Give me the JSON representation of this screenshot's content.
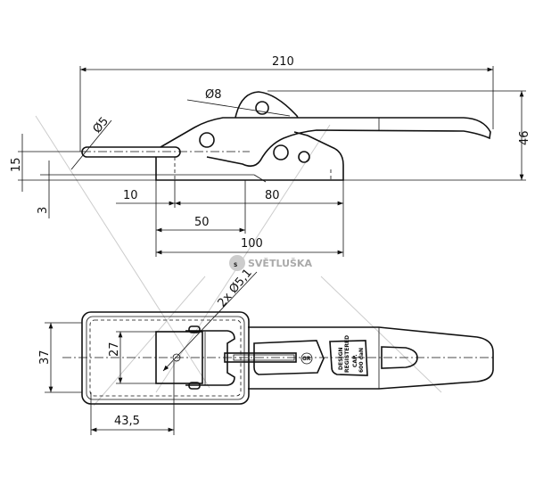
{
  "watermark": {
    "text": "SVĚTLUŠKA",
    "logo_letter": "S"
  },
  "side_view": {
    "dims": {
      "overall_length": "210",
      "height": "46",
      "pin_diameter": "Ø8",
      "hook_diameter": "Ø5",
      "base_height": "15",
      "plate_thickness": "3",
      "offset_10": "10",
      "span_80": "80",
      "span_50": "50",
      "span_100": "100"
    }
  },
  "top_view": {
    "dims": {
      "width": "37",
      "inner_width": "27",
      "hole_offset": "43,5",
      "holes": "2x Ø5,1"
    },
    "marking": {
      "design_line1": "DESIGN",
      "design_line2": "REGISTERED",
      "cap_line1": "CAP.",
      "cap_line2": "600 daN",
      "logo": "GR"
    }
  }
}
